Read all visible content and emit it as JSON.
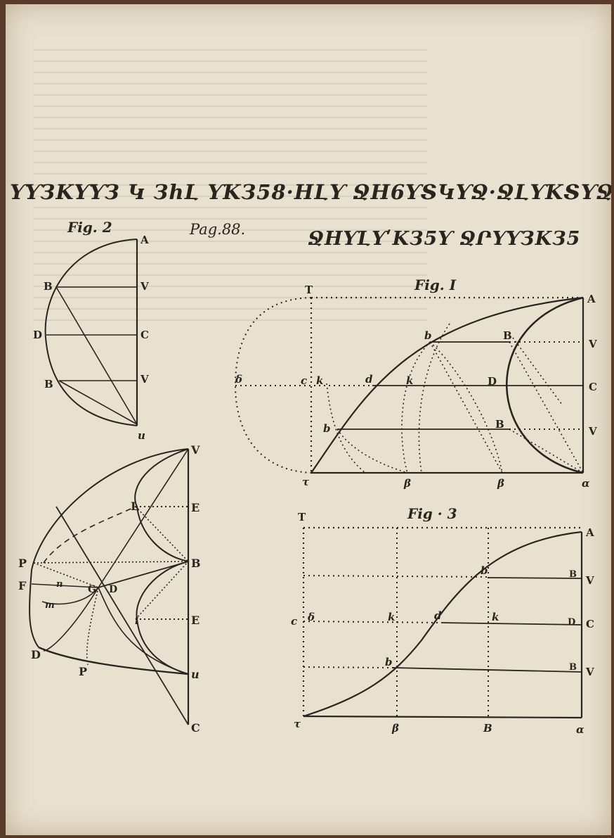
{
  "header": {
    "cipher_line_1": "ƳƳЗKƳƳЗ Կ ЗhԼ ƳKЗ58·HԼƳ ՋH6ƳՏԿƳՋ·ՋԼƳKՏƳՋԼƳH",
    "cipher_line_2": "ՋHƳԼƳʹKЗ5Ƴ ՋՐƳƳЗKЗ5",
    "page_reference": "Pag.88."
  },
  "figures": {
    "fig2": {
      "caption": "Fig. 2",
      "labels": [
        "A",
        "B",
        "V",
        "D",
        "C",
        "B",
        "V",
        "u"
      ]
    },
    "fig1": {
      "caption": "Fig. I",
      "labels": [
        "T",
        "A",
        "b",
        "B",
        "V",
        "δ",
        "c",
        "k",
        "d",
        "k",
        "D",
        "C",
        "b",
        "B",
        "V",
        "τ",
        "β",
        "β",
        "α"
      ]
    },
    "fig4": {
      "labels": [
        "V",
        "L",
        "E",
        "P",
        "B",
        "F",
        "n",
        "G",
        "D",
        "m",
        "l",
        "E",
        "D",
        "P",
        "u",
        "C"
      ]
    },
    "fig3": {
      "caption": "Fig · 3",
      "labels": [
        "T",
        "A",
        "b",
        "B",
        "V",
        "c",
        "δ",
        "k",
        "d",
        "k",
        "D",
        "C",
        "b",
        "B",
        "V",
        "τ",
        "β",
        "B",
        "α"
      ]
    }
  }
}
